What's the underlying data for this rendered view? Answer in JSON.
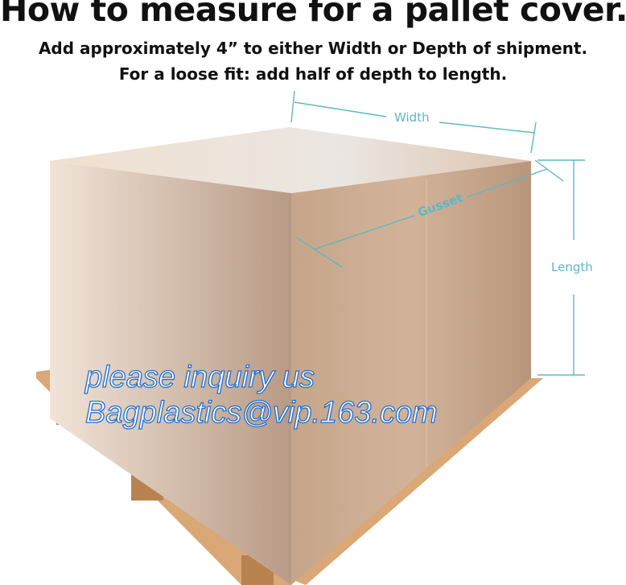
{
  "header": {
    "title": "How to measure for a pallet cover.",
    "line1": "Add approximately 4” to either Width or Depth of shipment.",
    "line2": "For a loose fit: add half of depth to length."
  },
  "diagram": {
    "width_label": "Width",
    "gusset_label": "Gusset",
    "length_label": "Length",
    "accent_color": "#5bb8c4"
  },
  "watermark": {
    "line1": "please inquiry us",
    "line2": "Bagplastics@vip.163.com"
  }
}
